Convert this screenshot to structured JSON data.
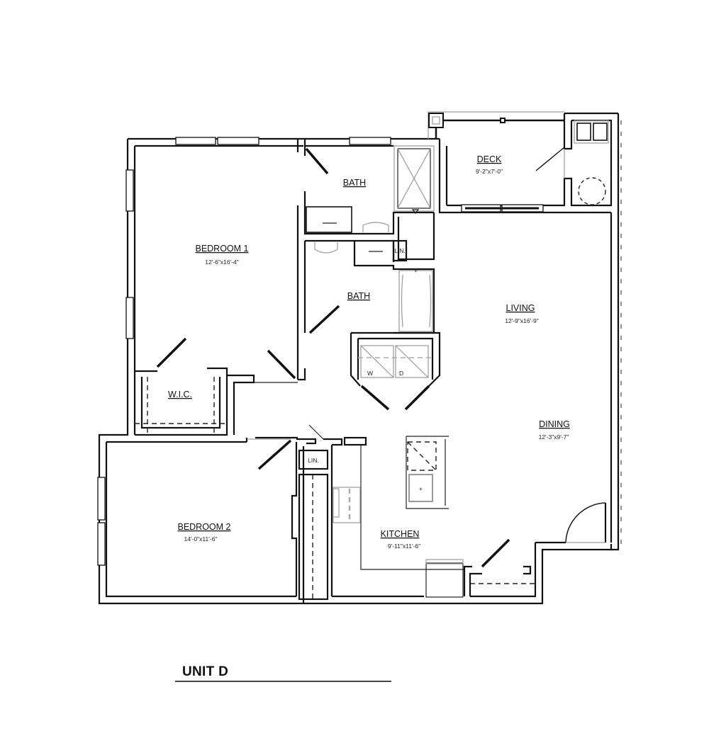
{
  "plan": {
    "title": "UNIT D",
    "rooms": {
      "bedroom1": {
        "name": "BEDROOM 1",
        "dim": "12'-6\"x16'-4\""
      },
      "bath1": {
        "name": "BATH"
      },
      "deck": {
        "name": "DECK",
        "dim": "9'-2\"x7'-0\""
      },
      "bath2": {
        "name": "BATH"
      },
      "living": {
        "name": "LIVING",
        "dim": "12'-9\"x16'-9\""
      },
      "wic": {
        "name": "W.I.C."
      },
      "dining": {
        "name": "DINING",
        "dim": "12'-3\"x9'-7\""
      },
      "bedroom2": {
        "name": "BEDROOM 2",
        "dim": "14'-0\"x11'-6\""
      },
      "kitchen": {
        "name": "KITCHEN",
        "dim": "9'-11\"x11'-6\""
      }
    },
    "fixtures": {
      "linen1": "LIN.",
      "linen2": "LIN.",
      "washer": "W",
      "dryer": "D"
    },
    "colors": {
      "wall": "#111111",
      "background": "#ffffff",
      "fixture_gray": "#9a9a9a"
    }
  }
}
